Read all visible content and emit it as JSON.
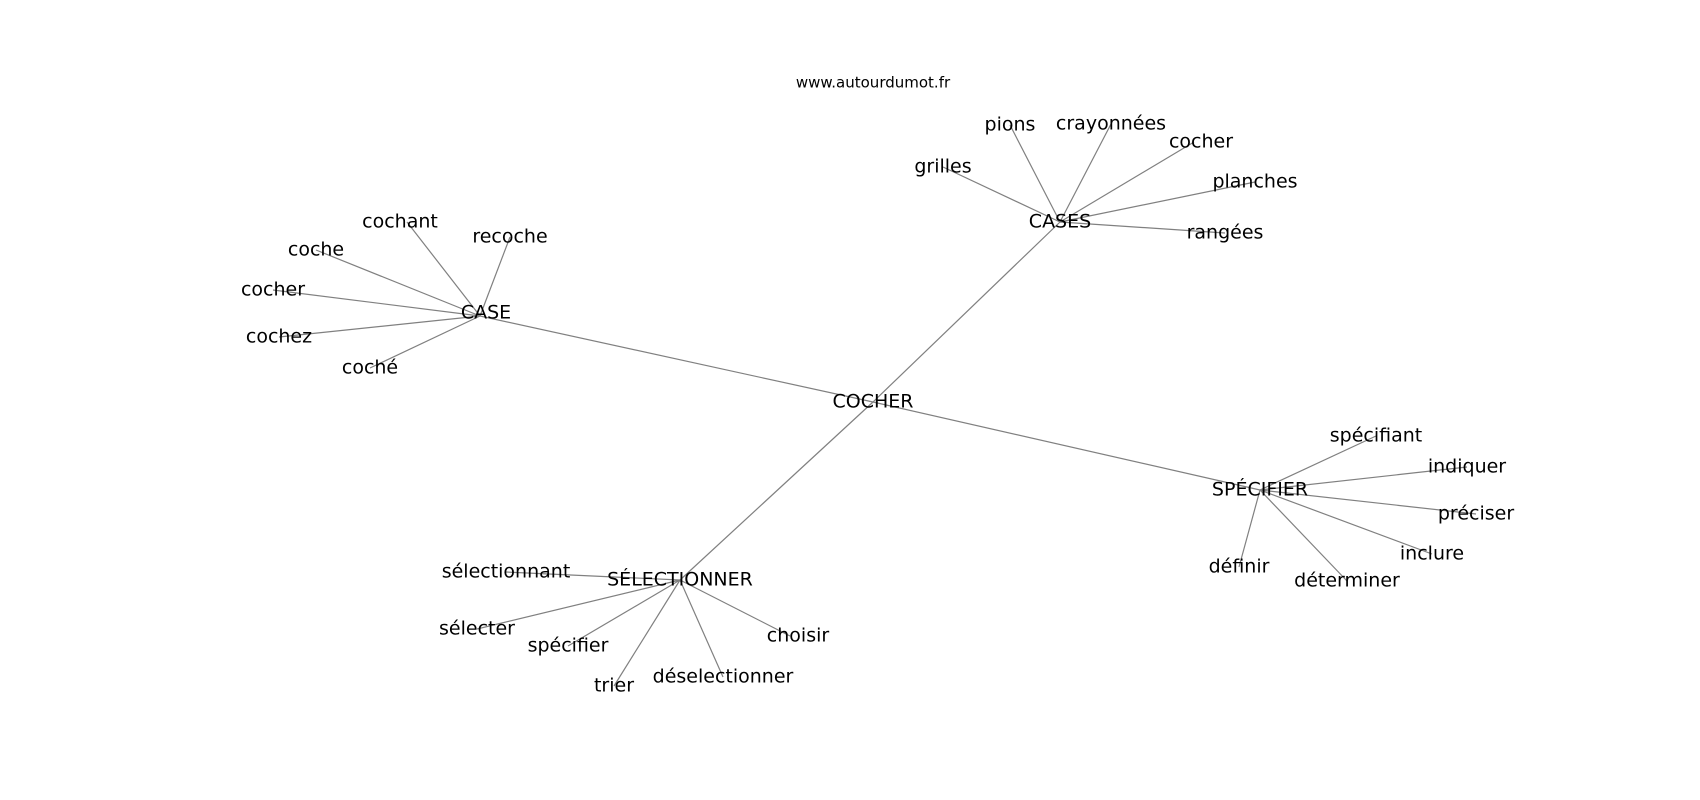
{
  "source": "www.autourdumot.fr",
  "edge_color": "#808080",
  "text_color": "#000000",
  "center": "COCHER",
  "clusters": [
    {
      "label": "CASE",
      "words": [
        "cochant",
        "recoche",
        "coche",
        "cocher",
        "cochez",
        "coché"
      ]
    },
    {
      "label": "CASES",
      "words": [
        "pions",
        "crayonnées",
        "cocher",
        "planches",
        "grilles",
        "rangées"
      ]
    },
    {
      "label": "SPÉCIFIER",
      "words": [
        "spécifiant",
        "indiquer",
        "préciser",
        "inclure",
        "déterminer",
        "définir"
      ]
    },
    {
      "label": "SÉLECTIONNER",
      "words": [
        "sélectionnant",
        "sélecter",
        "spécifier",
        "trier",
        "déselectionner",
        "choisir"
      ]
    }
  ]
}
